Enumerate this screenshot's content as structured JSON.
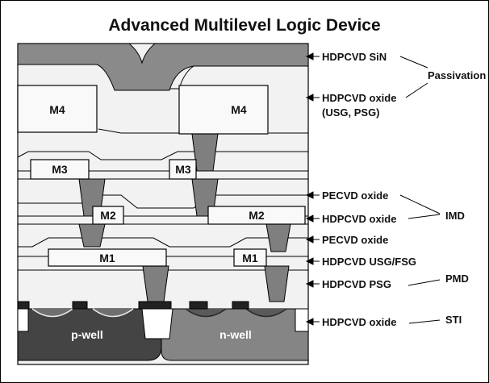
{
  "title": "Advanced Multilevel Logic Device",
  "metal_blocks": {
    "m4_left": "M4",
    "m4_right": "M4",
    "m3_left": "M3",
    "m3_right": "M3",
    "m2_left": "M2",
    "m2_right": "M2",
    "m1_left": "M1",
    "m1_right": "M1"
  },
  "wells": {
    "p": "p-well",
    "n": "n-well"
  },
  "layers": [
    "HDPCVD SiN",
    "HDPCVD oxide",
    "(USG, PSG)",
    "PECVD oxide",
    "HDPCVD oxide",
    "PECVD oxide",
    "HDPCVD USG/FSG",
    "HDPCVD PSG",
    "HDPCVD oxide"
  ],
  "groups": {
    "passivation": "Passivation",
    "imd": "IMD",
    "pmd": "PMD",
    "sti": "STI"
  },
  "colors": {
    "sin": "#8a8a8a",
    "plug": "#7f7f7f",
    "oxide": "#f1f1f1",
    "pwell": "#444444",
    "nwell": "#858585",
    "gate": "#222222"
  }
}
